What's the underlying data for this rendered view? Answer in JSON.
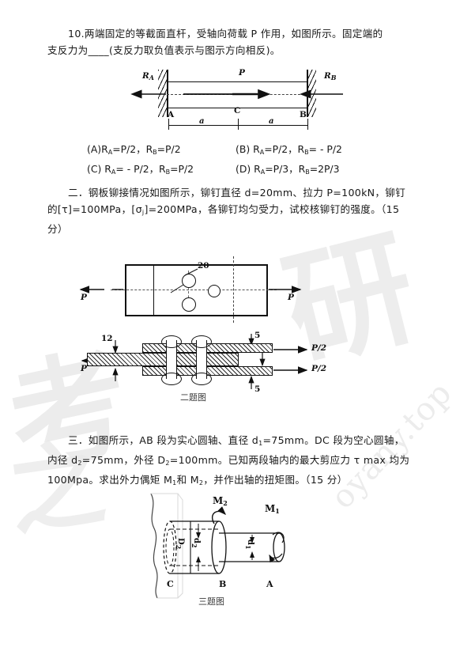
{
  "page": {
    "background": "#ffffff",
    "ink": "#181818"
  },
  "watermark": {
    "calligraphy_1": "考",
    "calligraphy_2": "研",
    "calligraphy_3": "之",
    "url": "oyany.top"
  },
  "question_10": {
    "body_line_1": "10.两端固定的等截面直杆，受轴向荷载 P 作用，如图所示。固定端的",
    "body_line_2": "支反力为____(支反力取负值表示与图示方向相反)。",
    "options": [
      {
        "key": "(A)",
        "text": "R_A=P/2，R_B=P/2"
      },
      {
        "key": "(B)",
        "text": "R_A=P/2，R_B= - P/2"
      },
      {
        "key": "(C)",
        "text": "R_A= - P/2，R_B=P/2"
      },
      {
        "key": "(D)",
        "text": "R_A=P/3，R_B=2P/3"
      }
    ],
    "figure": {
      "name": "fixed-fixed-bar",
      "labels": {
        "reaction_left": "R",
        "reaction_left_sub": "A",
        "reaction_right": "R",
        "reaction_right_sub": "B",
        "load": "P",
        "point_a": "A",
        "point_c": "C",
        "point_b": "B",
        "dim_left": "a",
        "dim_right": "a"
      }
    }
  },
  "question_2": {
    "body_line_1": "二．钢板铆接情况如图所示，铆钉直径 d=20mm、拉力 P=100kN，铆钉",
    "body_line_2": "的[τ]=100MPa，[σ<sub>j</sub>]=200MPa，各铆钉均匀受力，试校核铆钉的强度。（15",
    "body_line_3": "分）",
    "figure": {
      "name": "riveted-plate",
      "caption": "二题图",
      "labels": {
        "rivet_dia": "20",
        "force_left": "P",
        "force_right": "P",
        "plate_thickness": "12",
        "cover_thickness_top": "5",
        "cover_thickness_bottom": "5",
        "force_half_top": "P/2",
        "force_half_bottom": "P/2",
        "force_side_left": "P"
      },
      "rivet_count": 3
    }
  },
  "question_3": {
    "body_line_1": "三．如图所示，AB 段为实心圆轴、直径 d₁=75mm。DC 段为空心圆轴，",
    "body_line_2": "内径 d₂=75mm，外径 D₂=100mm。已知两段轴内的最大剪应力 τ max 均为",
    "body_line_3": "100Mpa。求出外力偶矩 M₁和 M₂，并作出轴的扭矩图。（15 分）",
    "figure": {
      "name": "stepped-shaft",
      "caption": "三题图",
      "labels": {
        "moment_2": "M",
        "moment_2_sub": "2",
        "moment_1": "M",
        "moment_1_sub": "1",
        "outer_dia": "D",
        "outer_dia_sub": "2",
        "inner_dia": "d",
        "inner_dia_sub": "2",
        "solid_dia": "d",
        "solid_dia_sub": "1",
        "point_c": "C",
        "point_b": "B",
        "point_a": "A"
      }
    }
  }
}
